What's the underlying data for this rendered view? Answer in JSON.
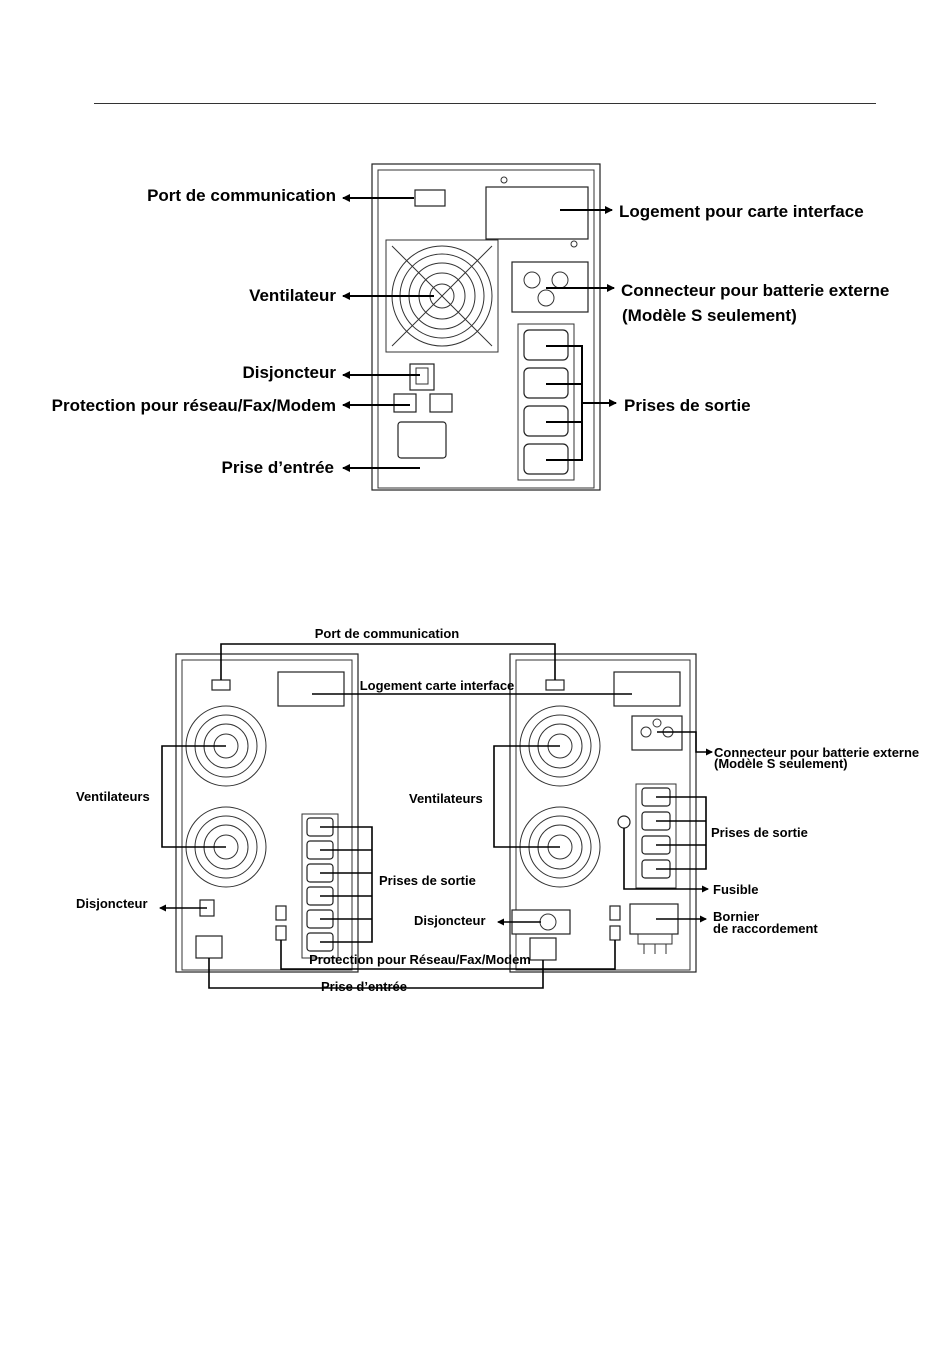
{
  "top_diagram": {
    "labels": {
      "comm_port": "Port de communication",
      "fan": "Ventilateur",
      "breaker": "Disjoncteur",
      "network_protection": "Protection pour réseau/Fax/Modem",
      "input_socket": "Prise d’entrée",
      "interface_slot": "Logement pour carte interface",
      "battery_connector": "Connecteur pour batterie externe",
      "battery_note": "(Modèle S seulement)",
      "outlets": "Prises de sortie"
    }
  },
  "bottom_diagram": {
    "labels": {
      "comm_port": "Port de communication",
      "interface_slot": "Logement carte interface",
      "fans_left": "Ventilateurs",
      "fans_right": "Ventilateurs",
      "breaker_left": "Disjoncteur",
      "breaker_right": "Disjoncteur",
      "outlets_left": "Prises de sortie",
      "outlets_right": "Prises de sortie",
      "battery_connector": "Connecteur pour batterie externe",
      "battery_note": "(Modèle S seulement)",
      "fuse": "Fusible",
      "terminal_block_line1": "Bornier",
      "terminal_block_line2": "de raccordement",
      "network_protection": "Protection pour Réseau/Fax/Modem",
      "input_socket": "Prise d’entrée"
    }
  }
}
